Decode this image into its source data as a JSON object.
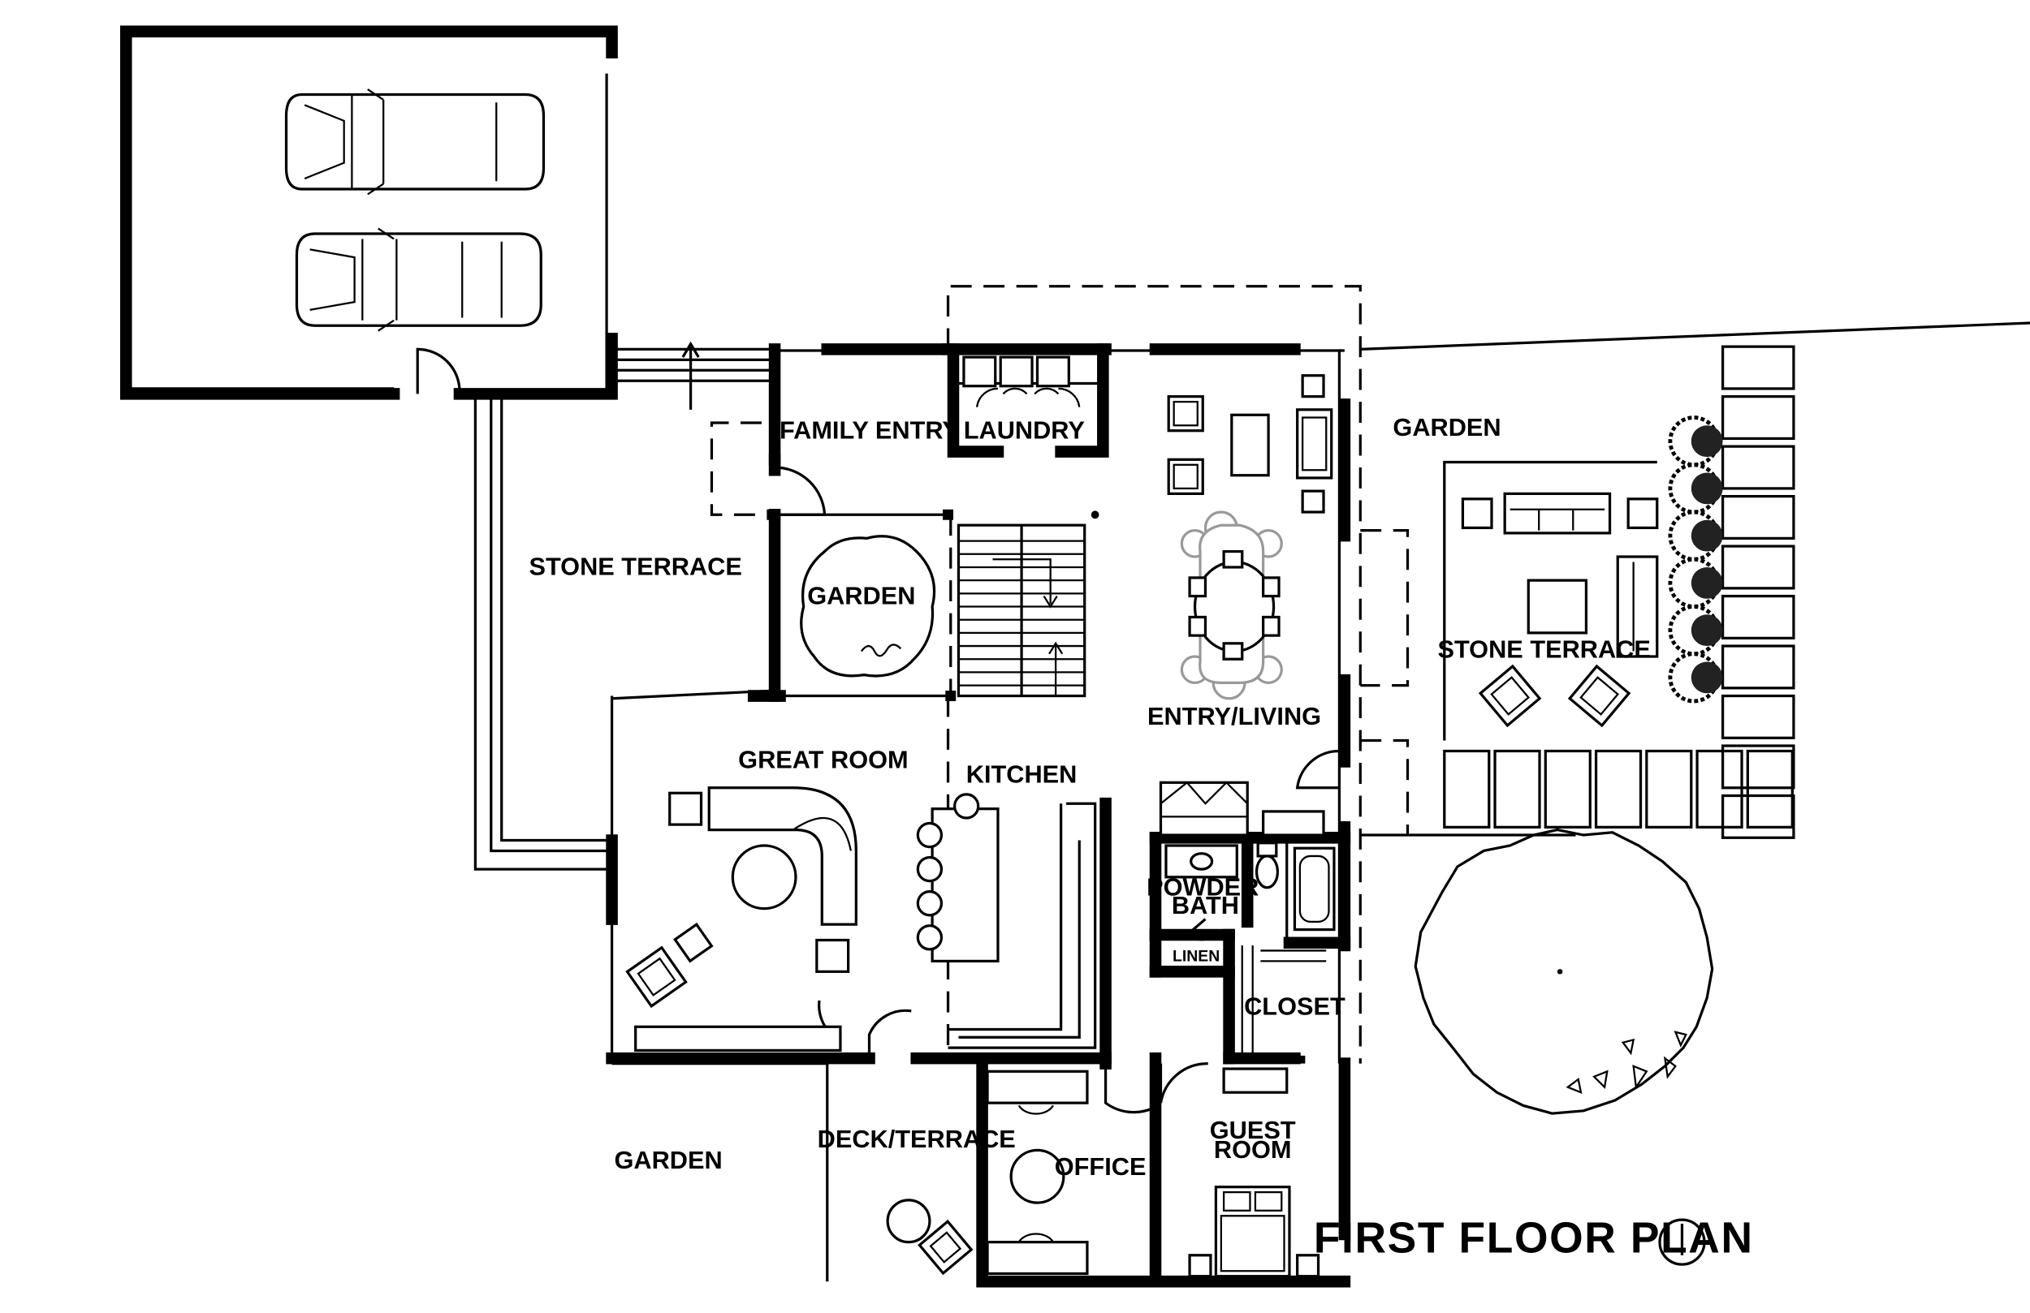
{
  "plan": {
    "title": "FIRST FLOOR PLAN",
    "rooms": {
      "family_entry": "FAMILY ENTRY",
      "laundry": "LAUNDRY",
      "garden_top": "GARDEN",
      "garden_court": "GARDEN",
      "garden_bottom": "GARDEN",
      "stone_terrace_left": "STONE TERRACE",
      "stone_terrace_right": "STONE TERRACE",
      "entry_living": "ENTRY/LIVING",
      "great_room": "GREAT ROOM",
      "kitchen": "KITCHEN",
      "powder_bath_1": "POWDER",
      "powder_bath_2": "BATH",
      "linen": "LINEN",
      "closet": "CLOSET",
      "deck_terrace": "DECK/TERRACE",
      "office": "OFFICE",
      "guest_room_1": "GUEST",
      "guest_room_2": "ROOM"
    }
  }
}
